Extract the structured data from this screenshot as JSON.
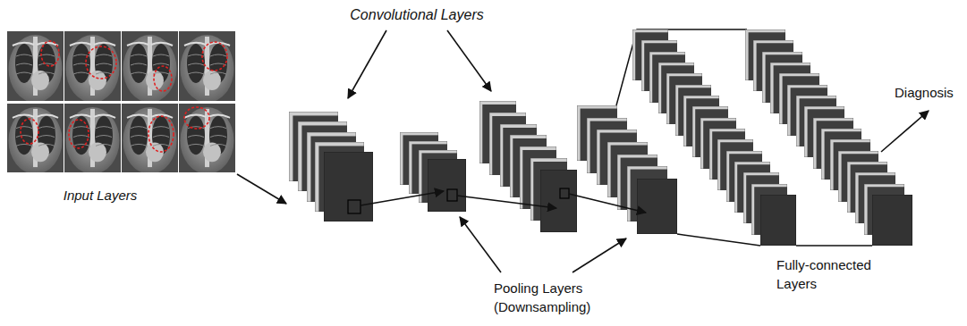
{
  "diagram": {
    "labels": [
      "Convolutional Layers",
      "Diagnosis",
      "Input Layers",
      "Fully-connected Layers",
      "Pooling Layers (Downsampling)"
    ]
  }
}
